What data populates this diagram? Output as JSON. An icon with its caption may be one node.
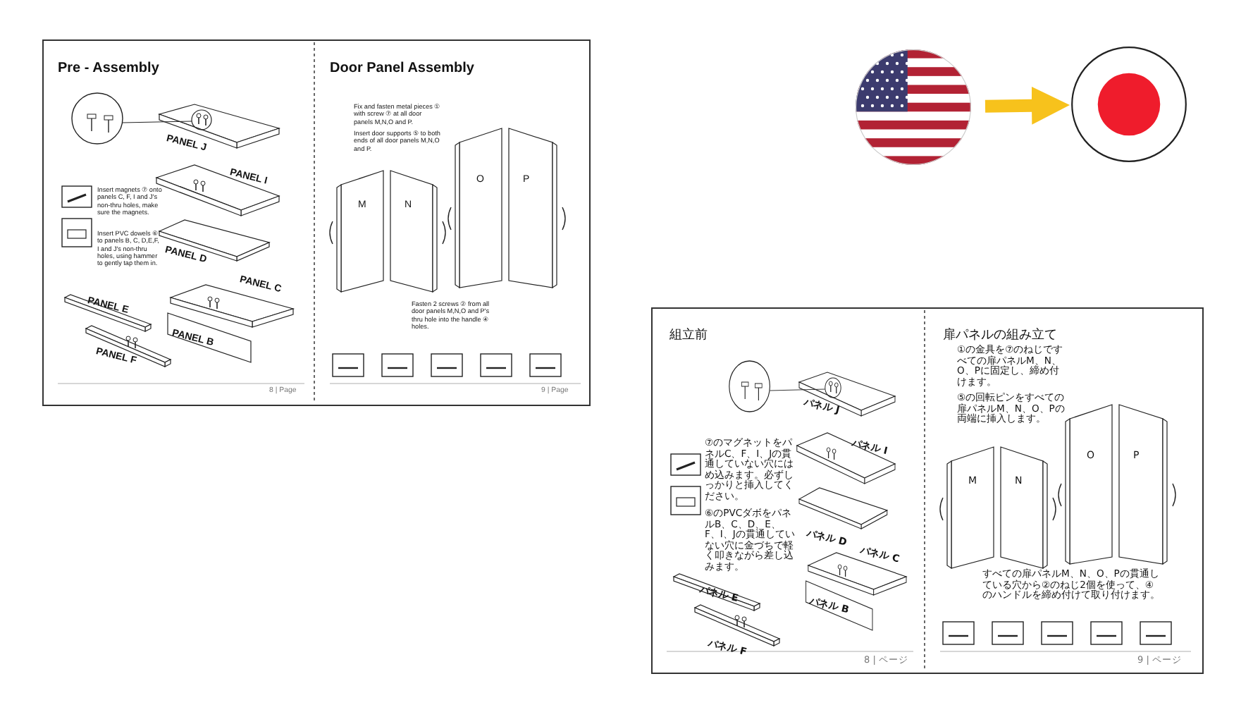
{
  "diagram": {
    "nodes": [
      {
        "text": [
          "Pre - Assembly",
          "PANEL J",
          "PANEL I",
          "Insert magnets ⑦ onto panels C, F, I and J's non-thru holes, make sure the magnets.",
          "Insert PVC dowels ⑥ to panels B, C, D,E,F, I and J's non-thru holes, using hammer to gently tap them in.",
          "PANEL D",
          "PANEL C",
          "PANEL E",
          "PANEL B",
          "PANEL F",
          "8 | Page"
        ]
      },
      {
        "text": [
          "Door Panel Assembly",
          "Fix and fasten metal pieces ① with screw ⑦ at all door panels M,N,O and P.",
          "Insert door supports ⑤ to both ends of all door panels M,N,O and P.",
          "M",
          "N",
          "O",
          "P",
          "Fasten 2 screws ② from all door panels M,N,O and P's thru hole into the handle ④ holes.",
          "9 | Page"
        ]
      },
      {
        "text": [],
        "shape": "picture"
      },
      {
        "text": [],
        "shape": "picture"
      },
      {
        "text": [
          "組立前",
          "パネル J",
          "パネル I",
          "⑦のマグネットをパネルC、F、I、Jの貫通していない穴にはめ込みます。必ずしっかりと挿入してください。",
          "⑥のPVCダボをパネルB、C、D、E、F、I、Jの貫通していない穴に金づちで軽く叩きながら差し込みます。",
          "パネル D",
          "パネル C",
          "パネル E",
          "パネル B",
          "パネル F",
          "8 | ページ"
        ]
      },
      {
        "text": [
          "扉パネルの組み立て",
          "①の金具を⑦のねじですべての扉パネルM、N、O、Pに固定し、締め付けます。",
          "⑤の回転ピンをすべての扉パネルM、N、O、Pの両端に挿入します。",
          "M",
          "N",
          "O",
          "P",
          "すべての扉パネルM、N、O、Pの貫通している穴から②のねじ2個を使って、④のハンドルを締め付けて取り付けます。",
          "9 | ページ"
        ]
      }
    ],
    "edges": [
      {
        "from": 2,
        "to": 3,
        "arrow": "to"
      }
    ]
  }
}
